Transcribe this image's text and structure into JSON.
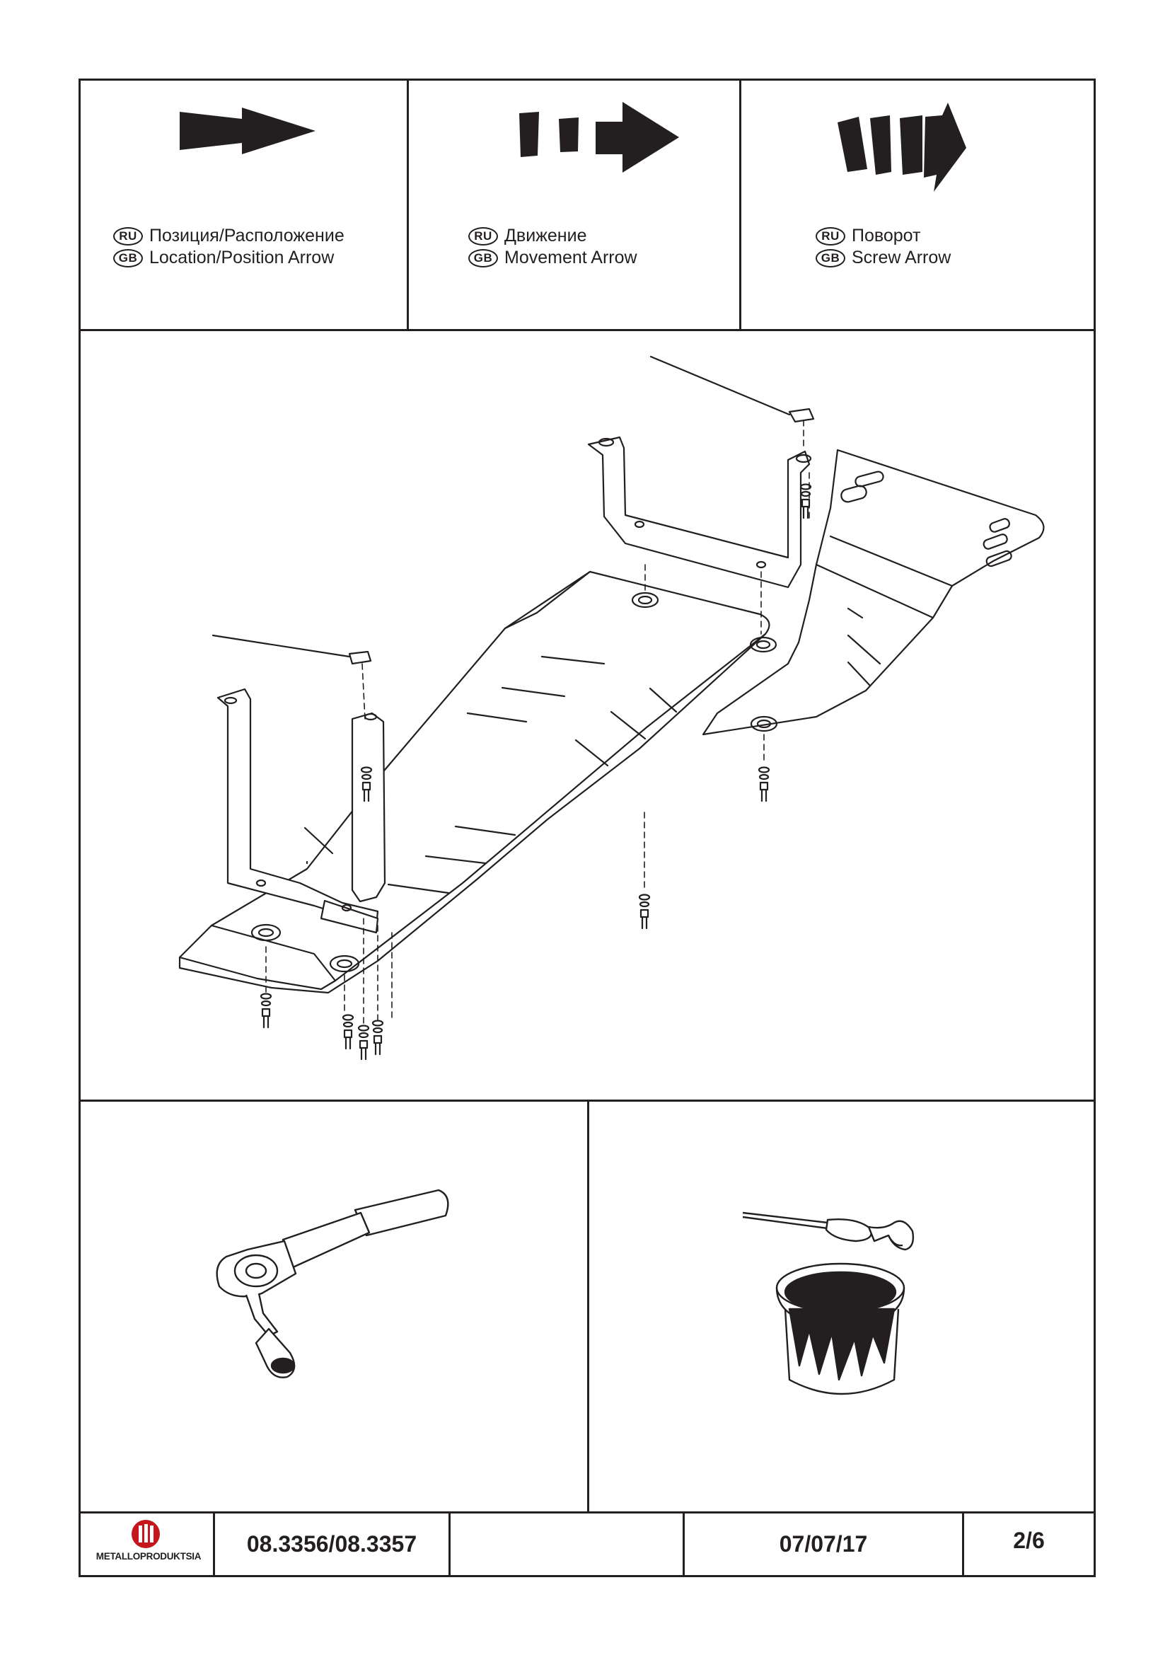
{
  "legend": [
    {
      "lang_ru": "RU",
      "text_ru": "Позиция/Расположение",
      "lang_gb": "GB",
      "text_gb": "Location/Position Arrow",
      "icon": "location-arrow-icon"
    },
    {
      "lang_ru": "RU",
      "text_ru": "Движение",
      "lang_gb": "GB",
      "text_gb": "Movement Arrow",
      "icon": "movement-arrow-icon"
    },
    {
      "lang_ru": "RU",
      "text_ru": "Поворот",
      "lang_gb": "GB",
      "text_gb": "Screw Arrow",
      "icon": "screw-arrow-icon"
    }
  ],
  "tools": [
    {
      "icon": "ratchet-wrench-icon"
    },
    {
      "icon": "paint-brush-can-icon"
    }
  ],
  "footer": {
    "brand": "METALLOPRODUKTSIA",
    "part_number": "08.3356/08.3357",
    "blank": "",
    "date": "07/07/17",
    "page": "2/6"
  },
  "colors": {
    "ink": "#231f20",
    "logo_red": "#c4161c"
  }
}
